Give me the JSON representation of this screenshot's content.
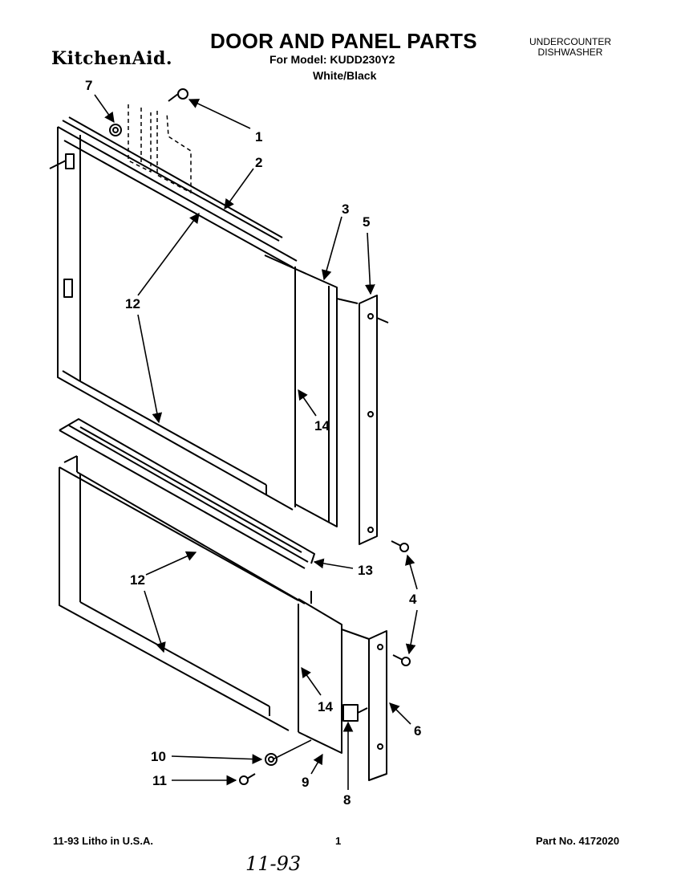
{
  "brand": "KitchenAid.",
  "title": "DOOR AND PANEL PARTS",
  "model_line": "For Model: KUDD230Y2",
  "color_line": "White/Black",
  "appliance_line1": "UNDERCOUNTER",
  "appliance_line2": "DISHWASHER",
  "callouts": {
    "c1": "1",
    "c2": "2",
    "c3": "3",
    "c4": "4",
    "c5": "5",
    "c6": "6",
    "c7": "7",
    "c8": "8",
    "c9": "9",
    "c10": "10",
    "c11": "11",
    "c12a": "12",
    "c12b": "12",
    "c13": "13",
    "c14a": "14",
    "c14b": "14"
  },
  "footer_left": "11-93 Litho in U.S.A.",
  "footer_center": "1",
  "footer_right": "Part No. 4172020",
  "handwritten_note": "11-93"
}
